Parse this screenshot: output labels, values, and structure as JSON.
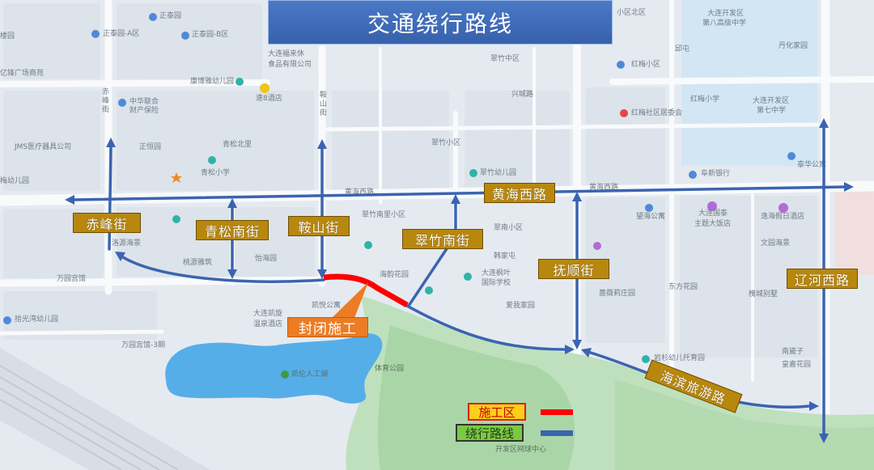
{
  "title": "交通绕行路线",
  "road_labels": {
    "chifeng": "赤峰街",
    "qingsongnan": "青松南街",
    "anshan": "鞍山街",
    "huanghaixi": "黄海西路",
    "cuizhunan": "翠竹南街",
    "fushun": "抚顺街",
    "liaohexi": "辽河西路",
    "haibin": "海滨旅游路"
  },
  "callout": "封闭施工",
  "legend": [
    {
      "label": "施工区",
      "color": "#ff0000"
    },
    {
      "label": "绕行路线",
      "color": "#3b64b0"
    }
  ],
  "colors": {
    "arrow": "#3b64b0",
    "closure": "#ff0000",
    "road_label_fill": "#b8870d",
    "title_fill": "#3d69b3",
    "callout_fill": "#ec7c25",
    "lake": "#56aee8",
    "park": "#bfe0bd"
  },
  "map_labels": [
    "正泰园",
    "正泰园-A区",
    "正泰园-B区",
    "楼园",
    "亿锋广场商苑",
    "大连福来休",
    "食品有限公司",
    "康博雅幼儿园",
    "速8酒店",
    "中华联合",
    "财产保险",
    "JMS医疗器具公司",
    "正恒园",
    "青松北里",
    "青松小学",
    "梅幼儿园",
    "小区北区",
    "大连开发区",
    "第八高级中学",
    "邱屯",
    "丹化家园",
    "翠竹中区",
    "红梅小区",
    "兴城路",
    "红梅小学",
    "大连开发区",
    "第七中学",
    "红梅社区居委会",
    "翠竹小区",
    "翠竹幼儿园",
    "阜新银行",
    "泰华公寓",
    "黄海西路",
    "黄海西路",
    "翠竹南里小区",
    "望海公寓",
    "大连国泰",
    "主题大饭店",
    "逸海假日酒店",
    "翠南小区",
    "洛源海景",
    "文园海景",
    "怡海园",
    "桃源雅筑",
    "韩家屯",
    "万园宫馆",
    "海韵花园",
    "大连枫叶",
    "国际学校",
    "东方花园",
    "蔷薇莉庄园",
    "槐城别墅",
    "凯悦公寓",
    "爱我家园",
    "大连凯旋",
    "温泉酒店",
    "拾光湾幼儿园",
    "万园宫馆-3期",
    "南崴子",
    "岩杉幼儿托育园",
    "皇嘉花园",
    "凯伦人工湖",
    "体育公园",
    "开发区网球中心",
    "赤峰街",
    "鞍山街"
  ],
  "icons": [
    "building-icon",
    "school-icon",
    "hotel-icon",
    "government-icon",
    "bank-icon",
    "park-icon",
    "star-icon"
  ]
}
